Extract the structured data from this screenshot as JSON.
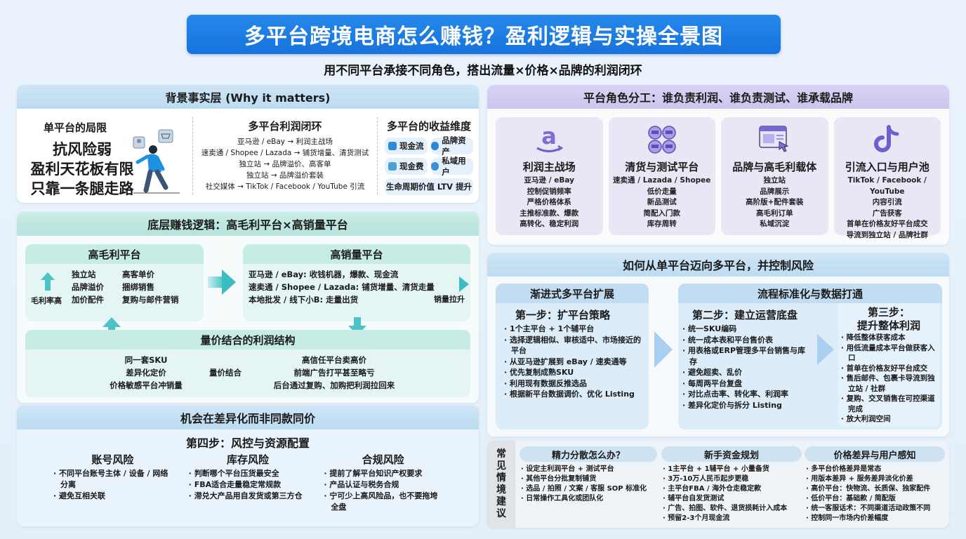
{
  "header": {
    "title": "多平台跨境电商怎么赚钱？盈利逻辑与实操全景图",
    "subtitle": "用不同平台承接不同角色，搭出流量×价格×品牌的利润闭环"
  },
  "background": {
    "heading": "背景事实层 (Why it matters)",
    "limits": {
      "title": "单平台的局限",
      "lines": [
        "抗风险弱",
        "盈利天花板有限",
        "只靠一条腿走路"
      ]
    },
    "loop": {
      "title": "多平台利润闭环",
      "lines": [
        "亚马逊 / eBay → 利润主战场",
        "速卖通 / Shopee / Lazada → 铺货增量、清货测试",
        "独立站 → 品牌溢价、高客单",
        "独立站 → 品牌溢价套装",
        "社交媒体 → TikTok / Facebook / YouTube 引流"
      ]
    },
    "dimensions": {
      "title": "多平台的收益维度",
      "chips": [
        {
          "label": "现金流",
          "icon": "money-bag-icon"
        },
        {
          "label": "品牌资产",
          "icon": "trophy-icon"
        },
        {
          "label": "现金费",
          "icon": "bank-icon"
        },
        {
          "label": "私域用户",
          "icon": "users-icon"
        },
        {
          "label": "生命周期价值 LTV 提升",
          "icon": ""
        }
      ]
    }
  },
  "roles": {
    "heading": "平台角色分工：谁负责利润、谁负责测试、谁承载品牌",
    "cards": [
      {
        "icon": "amazon-icon",
        "title": "利润主战场",
        "lines": [
          "亚马逊 / eBay",
          "控制促销频率",
          "严格价格体系",
          "主推标准款、爆款",
          "高转化、稳定利润"
        ]
      },
      {
        "icon": "marketplace-cluster-icon",
        "title": "清货与测试平台",
        "lines": [
          "速卖通 / Lazada / Shopee",
          "低价走量",
          "新品测试",
          "简配入门款",
          "库存周转"
        ]
      },
      {
        "icon": "website-browser-icon",
        "title": "品牌与高毛利载体",
        "lines": [
          "独立站",
          "品牌展示",
          "高阶版+配件套装",
          "高毛利订单",
          "私域沉淀"
        ]
      },
      {
        "icon": "tiktok-icon",
        "title": "引流入口与用户池",
        "lines": [
          "TikTok / Facebook / YouTube",
          "内容引流",
          "广告获客",
          "首单在价格友好平台成交",
          "导流到独立站 / 品牌社群"
        ]
      }
    ]
  },
  "logic": {
    "heading": "底层赚钱逻辑：高毛利平台×高销量平台",
    "high_margin": {
      "title": "高毛利平台",
      "side_label": "毛利率高",
      "col1": [
        "独立站",
        "品牌溢价",
        "加价配件"
      ],
      "col2": [
        "高客单价",
        "捆绑销售",
        "复购与邮件营销"
      ]
    },
    "high_volume": {
      "title": "高销量平台",
      "lines": [
        "亚马逊 / eBay: 收钱机器，爆款、现金流",
        "速卖通 / Shopee / Lazada: 铺货增量、清货走量",
        "本地批发 / 线下小B: 走量出货"
      ],
      "side_label": "销量拉升"
    },
    "structure": {
      "title": "量价结合的利润结构",
      "left": [
        "同一套SKU",
        "差异化定价",
        "价格敏感平台冲销量"
      ],
      "center": "量价结合",
      "right": [
        "高信任平台卖高价",
        "前端广告打平甚至略亏",
        "后台通过复购、加购把利润拉回来"
      ]
    }
  },
  "opportunity": {
    "heading": "机会在差异化而非同款同价",
    "step": "第四步：风控与资源配置",
    "risks": [
      {
        "title": "账号风险",
        "items": [
          "不同平台账号主体 / 设备 / 网络分离",
          "避免互相关联"
        ]
      },
      {
        "title": "库存风险",
        "items": [
          "判断哪个平台压货最安全",
          "FBA适合走量稳定常规款",
          "滞兑大产品用自发货或第三方仓"
        ]
      },
      {
        "title": "合规风险",
        "items": [
          "提前了解平台知识产权要求",
          "产品认证与税务合规",
          "宁可少上高风险品，也不要拖垮全盘"
        ]
      }
    ]
  },
  "howto": {
    "heading": "如何从单平台迈向多平台，并控制风险",
    "expand": {
      "head": "渐进式多平台扩展",
      "title": "第一步：扩平台策略",
      "items": [
        "1个主平台 + 1个辅平台",
        "选择逻辑相似、审核适中、市场接近的平台",
        "从亚马逊扩展到 eBay / 速卖通等",
        "优先复制成熟SKU",
        "利用现有数据反推选品",
        "根据新平台数据调价、优化 Listing"
      ]
    },
    "standard": {
      "head": "流程标准化与数据打通",
      "title": "第二步：建立运营底盘",
      "items": [
        "统一SKU编码",
        "统一成本表和平台售价表",
        "用表格或ERP管理多平台销售与库存",
        "避免超卖、乱价",
        "每周两平台复盘",
        "对比点击率、转化率、利润率",
        "差异化定价与拆分 Listing"
      ]
    },
    "profit": {
      "title_line1": "第三步：",
      "title_line2": "提升整体利润",
      "items": [
        "降低整体获客成本",
        "用低流量成本平台做获客入口",
        "首单在价格友好平台成交",
        "售后邮件、包裹卡导流到独立站 / 社群",
        "复购、交叉销售在可控渠道完成",
        "放大利润空间"
      ]
    }
  },
  "faq": {
    "side": [
      "常",
      "见",
      "情",
      "境",
      "建",
      "议"
    ],
    "columns": [
      {
        "title": "精力分散怎么办？",
        "items": [
          "设定主利润平台 + 测试平台",
          "其他平台分批复制铺货",
          "选品 / 拍照 / 文案 / 客服 SOP 标准化",
          "日常操作工具化或团队化"
        ]
      },
      {
        "title": "新手资金规划",
        "items": [
          "1主平台 + 1辅平台 + 小量备货",
          "3万-10万人民币起步更稳",
          "主平台FBA / 海外仓走稳定款",
          "辅平台自发货测试",
          "广告、拍图、软件、退货损耗计入成本",
          "预留2-3个月现金流"
        ]
      },
      {
        "title": "价格差异与用户感知",
        "items": [
          "多平台价格差异是常态",
          "用版本差异 + 服务差异淡化价差",
          "高价平台：快物流、长质保、独家配件",
          "低价平台：基础款 / 简配版",
          "统一客服话术：不同渠道活动政策不同",
          "控制同一市场内价差幅度"
        ]
      }
    ]
  },
  "colors": {
    "title_blue": "#1673dc",
    "head_blue": "#c2dcf2",
    "head_teal": "#c7ebe5",
    "head_purple": "#cbc4ee",
    "arrow_teal": "#3bbcc0"
  }
}
